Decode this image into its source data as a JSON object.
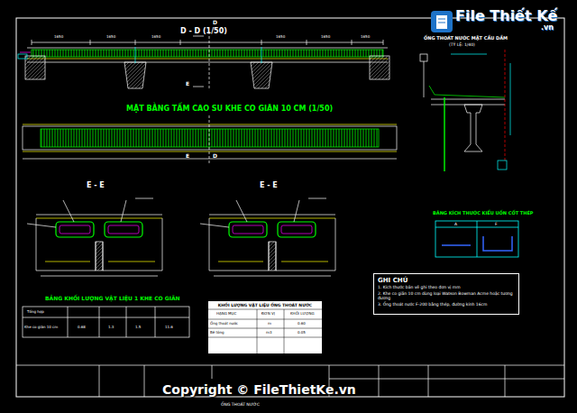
{
  "diagram": {
    "nodes": [
      {
        "text": [
          "GHI CHÚ",
          "1. Kích thước bản vẽ ghi theo đơn vị mm",
          "2. Khe co giãn 10 cm dùng loại Watson Bowman Acme hoặc tương đương",
          "3. Ống thoát nước F-200 bằng thép, đường kính 16cm"
        ]
      },
      {
        "text": [
          "KHỐI LƯỢNG VẬT LIỆU ỐNG THOÁT NƯỚC"
        ]
      }
    ],
    "labels": [
      "D - D (1/50)",
      "MẶT BẰNG TẤM CAO SU KHE CO GIÃN 10 CM (1/50)",
      "E - E",
      "E - E",
      "ỐNG THOÁT NƯỚC MẶT CẦU DẦM",
      "(TỶ LỆ: 1/40)",
      "BẢNG KÍCH THƯỚC KIỂU UỐN CỐT THÉP",
      "A",
      "F",
      "BẢNG KHỐI LƯỢNG VẬT LIỆU 1 KHE CO GIÃN",
      "Tổng hợp",
      "Khe co giãn 10 cm",
      "0.68",
      "1.3",
      "1.5",
      "11.6",
      "HẠNG MỤC",
      "ĐƠN VỊ",
      "KHỐI LƯỢNG",
      "Ống thoát nước",
      "m",
      "0.60",
      "Bê tông",
      "m3",
      "0.05",
      "D",
      "D",
      "E",
      "E",
      "1650",
      "1650",
      "1650",
      "1650",
      "1650",
      "1650",
      "ỐNG THOÁT NƯỚC",
      "Copyright © FileThietKe.vn",
      "File Thiết Kế",
      ".vn"
    ]
  }
}
